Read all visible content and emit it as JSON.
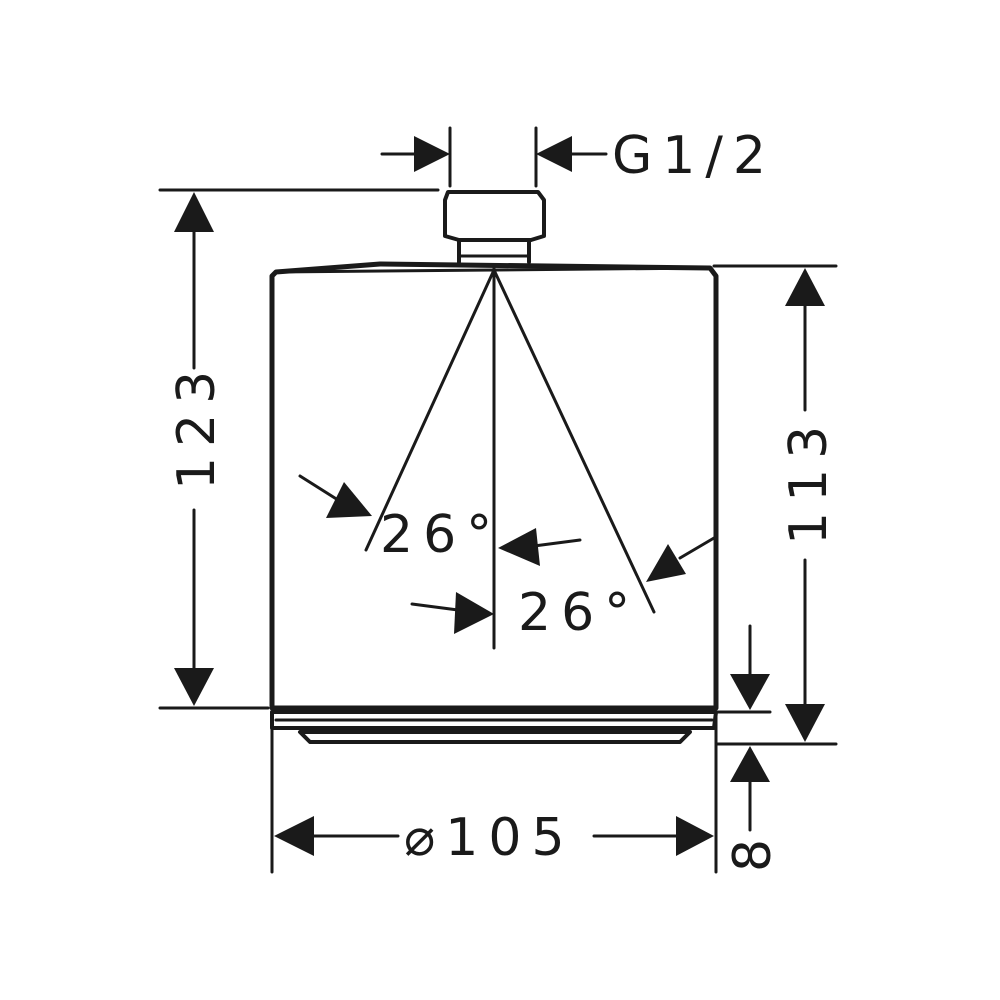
{
  "drawing": {
    "connection_label": "G1/2",
    "total_height_label": "123",
    "body_height_label": "113",
    "diameter_label": "⌀105",
    "face_height_label": "8",
    "angle_left_label": "26°",
    "angle_right_label": "26°"
  },
  "colors": {
    "line": "#1a1a1a",
    "background": "#ffffff"
  }
}
